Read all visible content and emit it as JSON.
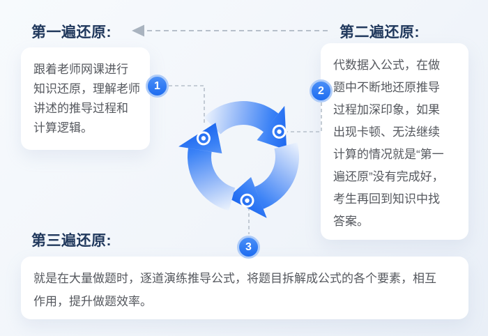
{
  "colors": {
    "accent_blue": "#1d6cf0",
    "badge_ring": "#afccf8",
    "title_navy": "#21395d",
    "body_gray": "#55585e",
    "dash_gray": "#b6bfca",
    "background": "#f1f5fa",
    "card_white": "#ffffff"
  },
  "icons": {
    "cycle": "cycle-arrows-icon",
    "top_arrow": "dashed-arrow-left-icon",
    "marker": "target-dot-icon"
  },
  "steps": [
    {
      "badge": "1",
      "title": "第一遍还原:",
      "body": "跟着老师网课进行\n知识还原，理解老师\n讲述的推导过程和\n计算逻辑。"
    },
    {
      "badge": "2",
      "title": "第二遍还原:",
      "body": "代数据入公式，在做\n题中不断地还原推导\n过程加深印象，如果\n出现卡顿、无法继续\n计算的情况就是“第一\n遍还原”没有完成好，\n考生再回到知识中找\n答案。"
    },
    {
      "badge": "3",
      "title": "第三遍还原:",
      "body": "就是在大量做题时，逐道演练推导公式，将题目拆解成公式的各个要素，相互\n作用，提升做题效率。"
    }
  ],
  "diagram": {
    "type": "cycle",
    "arrow_count": 3,
    "direction": "clockwise"
  }
}
